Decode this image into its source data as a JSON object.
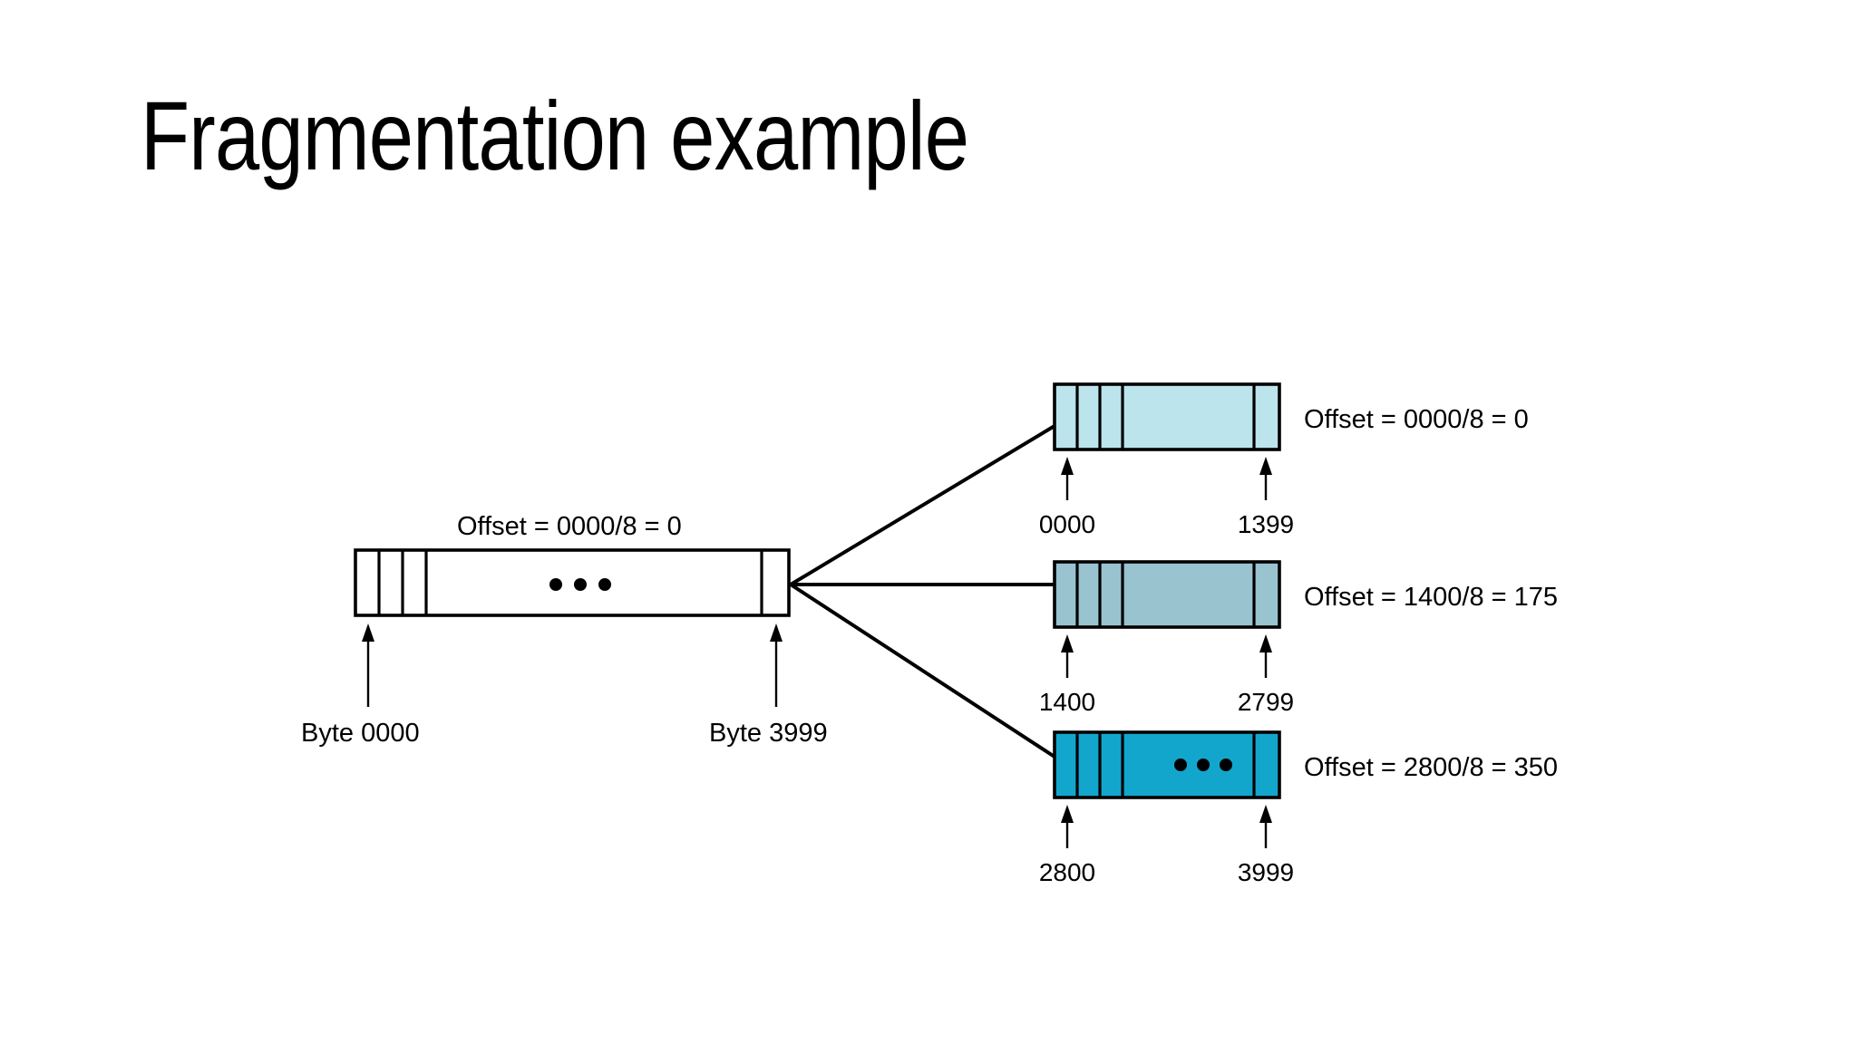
{
  "slide": {
    "title": "Fragmentation example",
    "background_color": "#ffffff",
    "text_color": "#000000"
  },
  "colors": {
    "block_original": "#ffffff",
    "fragment_1": "#bbe4ec",
    "fragment_2": "#98c3cf",
    "fragment_3": "#12a6cd",
    "outline": "#000000"
  },
  "original_packet": {
    "offset_label": "Offset = 0000/8 = 0",
    "ellipsis": "• • •",
    "start_tick_label": "Byte 0000",
    "end_tick_label": "Byte 3999",
    "fill_color": "#ffffff",
    "header_cells": 3,
    "tail_cells": 1
  },
  "fragments": [
    {
      "index": 1,
      "offset_label": "Offset = 0000/8 = 0",
      "start_tick_label": "0000",
      "end_tick_label": "1399",
      "fill_color": "#bbe4ec",
      "ellipsis": "",
      "header_cells": 3,
      "tail_cells": 1
    },
    {
      "index": 2,
      "offset_label": "Offset = 1400/8 = 175",
      "start_tick_label": "1400",
      "end_tick_label": "2799",
      "fill_color": "#98c3cf",
      "ellipsis": "",
      "header_cells": 3,
      "tail_cells": 1
    },
    {
      "index": 3,
      "offset_label": "Offset = 2800/8 = 350",
      "start_tick_label": "2800",
      "end_tick_label": "3999",
      "fill_color": "#12a6cd",
      "ellipsis": "• • •",
      "header_cells": 3,
      "tail_cells": 1
    }
  ]
}
